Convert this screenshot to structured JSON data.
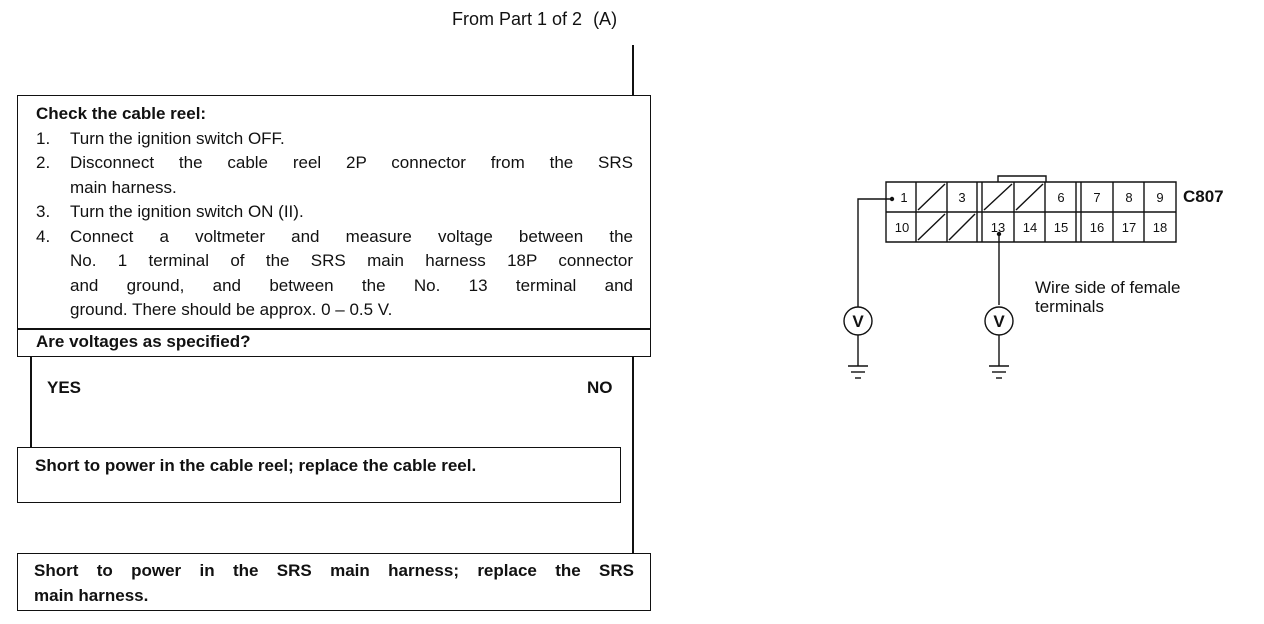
{
  "from_ref": {
    "text": "From Part 1 of 2",
    "marker": "(A)"
  },
  "check_box": {
    "title": "Check the cable reel:",
    "steps": [
      {
        "num": "1.",
        "lines": [
          "Turn the ignition switch OFF."
        ]
      },
      {
        "num": "2.",
        "lines": [
          "Disconnect the cable reel 2P connector from the SRS",
          "main harness."
        ]
      },
      {
        "num": "3.",
        "lines": [
          "Turn the ignition switch ON (II)."
        ]
      },
      {
        "num": "4.",
        "lines": [
          "Connect a voltmeter and measure voltage between the",
          "No. 1 terminal of the SRS main harness 18P connector",
          "and ground, and between the No. 13 terminal and",
          "ground. There should be approx. 0 – 0.5 V."
        ]
      }
    ],
    "question": "Are voltages as specified?"
  },
  "branches": {
    "yes": "YES",
    "no": "NO"
  },
  "result_yes": "Short to power in the cable reel; replace the cable reel.",
  "result_no": [
    "Short to power in the SRS main harness; replace the SRS",
    "main harness."
  ],
  "connector": {
    "id": "C807",
    "top_row": [
      "1",
      "",
      "3",
      "",
      "",
      "6",
      "7",
      "8",
      "9"
    ],
    "bottom_row": [
      "10",
      "",
      "",
      "13",
      "14",
      "15",
      "16",
      "17",
      "18"
    ],
    "meter_symbol": "V",
    "caption": [
      "Wire side of female",
      "terminals"
    ]
  }
}
